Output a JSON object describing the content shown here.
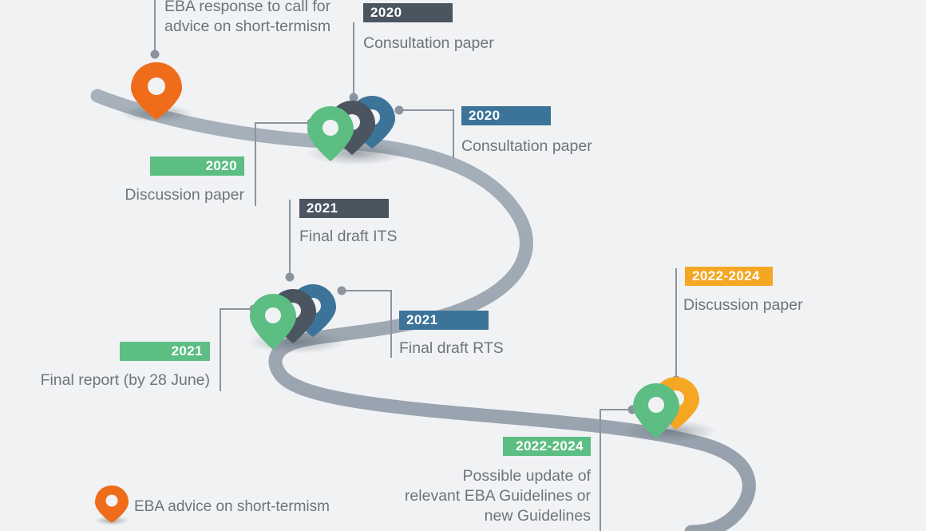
{
  "page": {
    "title": "EBA timeline of deliverables on short-termism and sustainable finance",
    "background_color": "#f1f2f4",
    "road_color": "#9aa5b1"
  },
  "palette": {
    "green": "#5cbe82",
    "dark": "#4a5560",
    "blue": "#3c7499",
    "orange": "#f5a623",
    "red_orange": "#ef6c1a",
    "text": "#6e747a",
    "connector": "#8b949e"
  },
  "milestones": [
    {
      "id": "eba-response",
      "badge": null,
      "caption": "EBA response to call for\nadvice on short-termism",
      "pins": [
        "red_orange"
      ],
      "year": null
    },
    {
      "id": "consultation-paper-dark",
      "badge": "2020",
      "badge_color": "dark",
      "caption": "Consultation paper",
      "pins": [
        "dark"
      ]
    },
    {
      "id": "consultation-paper-blue",
      "badge": "2020",
      "badge_color": "blue",
      "caption": "Consultation paper",
      "pins": [
        "blue"
      ]
    },
    {
      "id": "discussion-paper-2020",
      "badge": "2020",
      "badge_color": "green",
      "caption": "Discussion paper",
      "pins": [
        "green"
      ]
    },
    {
      "id": "final-draft-its",
      "badge": "2021",
      "badge_color": "dark",
      "caption": "Final draft ITS",
      "pins": [
        "dark"
      ]
    },
    {
      "id": "final-draft-rts",
      "badge": "2021",
      "badge_color": "blue",
      "caption": "Final draft RTS",
      "pins": [
        "blue"
      ]
    },
    {
      "id": "final-report-2021",
      "badge": "2021",
      "badge_color": "green",
      "caption": "Final report (by 28 June)",
      "pins": [
        "green"
      ]
    },
    {
      "id": "discussion-paper-2022-2024",
      "badge": "2022-2024",
      "badge_color": "orange",
      "caption": "Discussion paper",
      "pins": [
        "orange"
      ]
    },
    {
      "id": "possible-update-guidelines",
      "badge": "2022-2024",
      "badge_color": "green",
      "caption": "Possible update of\nrelevant EBA Guidelines or\nnew Guidelines",
      "pins": [
        "green"
      ]
    }
  ],
  "labels": {
    "eba_response": "EBA response to call for\nadvice on short-termism",
    "consultation_paper_dark_year": "2020",
    "consultation_paper_dark": "Consultation paper",
    "consultation_paper_blue_year": "2020",
    "consultation_paper_blue": "Consultation paper",
    "discussion_paper_2020_year": "2020",
    "discussion_paper_2020": "Discussion paper",
    "final_draft_its_year": "2021",
    "final_draft_its": "Final draft ITS",
    "final_draft_rts_year": "2021",
    "final_draft_rts": "Final draft RTS",
    "final_report_year": "2021",
    "final_report": "Final report (by 28 June)",
    "discussion_paper_future_year": "2022-2024",
    "discussion_paper_future": "Discussion paper",
    "possible_update_year": "2022-2024",
    "possible_update": "Possible update of\nrelevant EBA Guidelines or\nnew Guidelines"
  },
  "legend": {
    "items": [
      {
        "pin_color": "red_orange",
        "label": "EBA advice on short-termism"
      }
    ]
  }
}
